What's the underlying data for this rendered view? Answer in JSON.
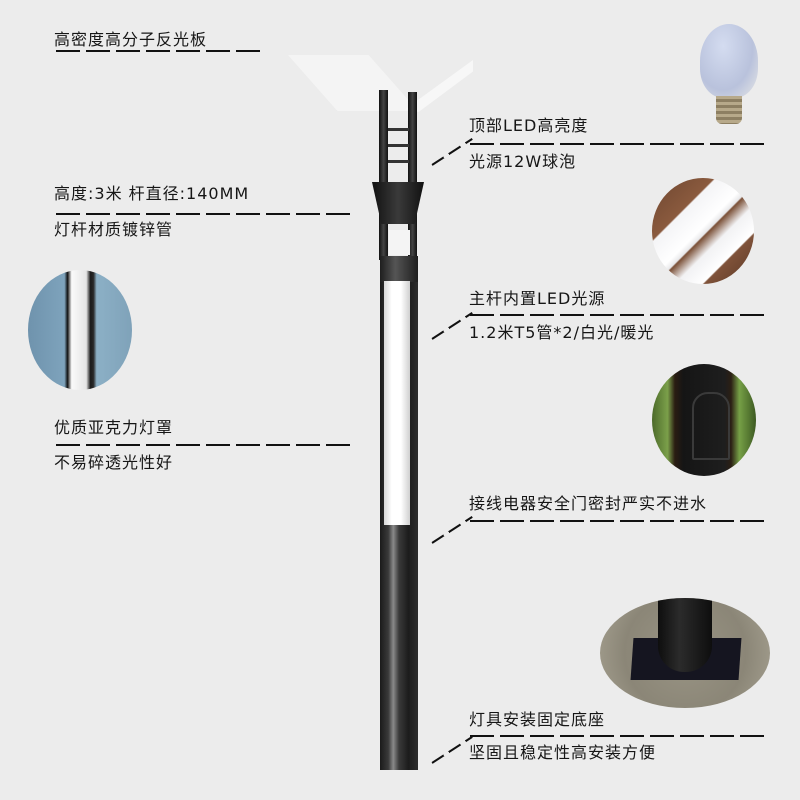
{
  "product": "LED landscape garden lamp post",
  "features": {
    "reflector": {
      "line1": "高密度高分子反光板"
    },
    "top_light": {
      "line1": "顶部LED高亮度",
      "line2": "光源12W球泡",
      "icon": "led-bulb-photo"
    },
    "pole_spec": {
      "line1": "高度:3米 杆直径:140MM",
      "line2": "灯杆材质镀锌管"
    },
    "built_in_light": {
      "line1": "主杆内置LED光源",
      "line2": "1.2米T5管*2/白光/暖光",
      "icon": "t5-tube-photo"
    },
    "acrylic_cover": {
      "line1": "优质亚克力灯罩",
      "line2": "不易碎透光性好",
      "icon": "acrylic-cover-photo"
    },
    "access_door": {
      "line1": "接线电器安全门密封严实不进水",
      "icon": "access-door-photo"
    },
    "base": {
      "line1": "灯具安装固定底座",
      "line2": "坚固且稳定性高安装方便",
      "icon": "base-plate-photo"
    }
  },
  "colors": {
    "background": "#ececec",
    "text": "#161616",
    "pole": "#1e1e1e",
    "acrylic": "#ffffff"
  }
}
